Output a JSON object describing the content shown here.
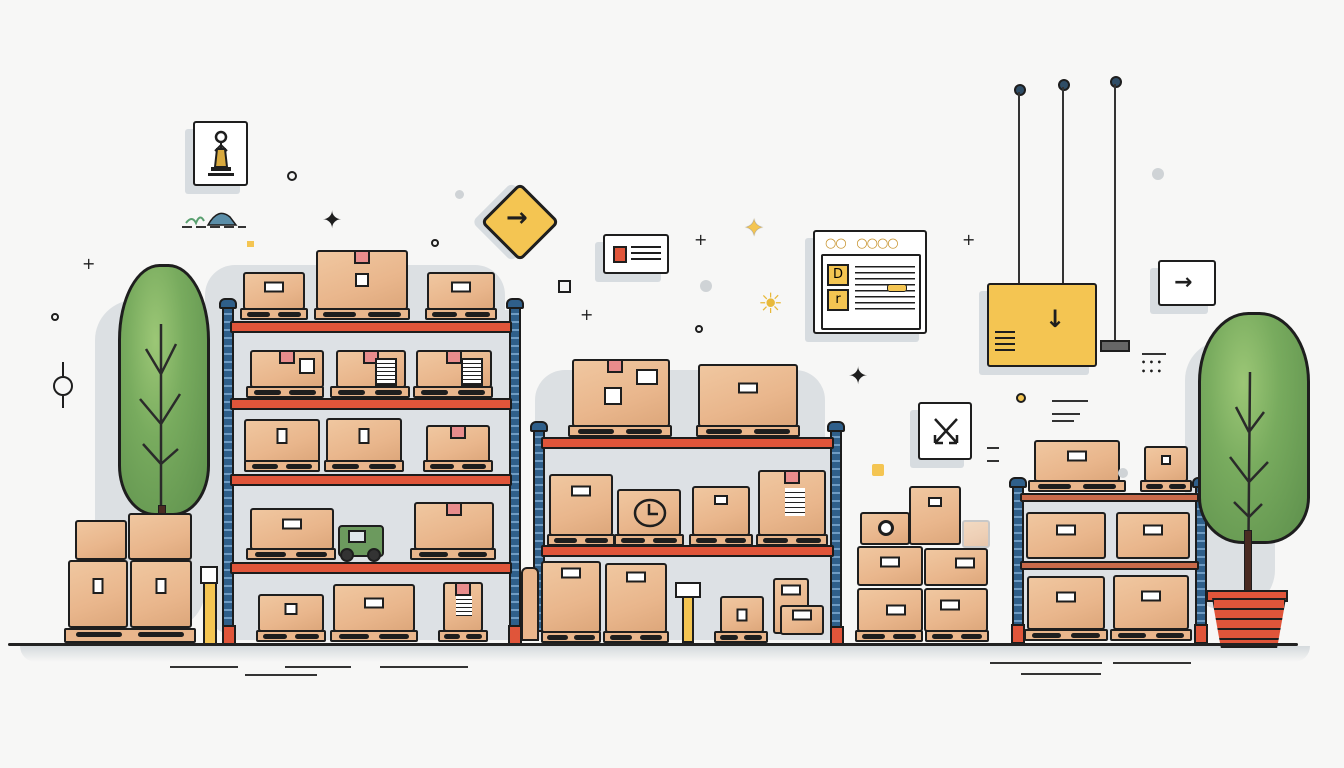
{
  "scene": {
    "title": "Warehouse shelving illustration",
    "colors": {
      "background": "#f7f7f6",
      "box": "#e9b68c",
      "shelf_beam": "#e0553a",
      "shelf_post": "#2f5f8a",
      "tree": "#6fa35a",
      "sign_yellow": "#f4c552",
      "outline": "#1e1e1e"
    }
  },
  "signs": {
    "statue_sign": {
      "icon": "statue-icon",
      "glyph": "♙"
    },
    "diamond_sign": {
      "icon": "arrow-right-icon",
      "glyph": "→"
    },
    "id_card": {
      "icon": "id-card-icon"
    },
    "dashboard_panel": {
      "icon": "dashboard-icon",
      "top_dots": "○○   ○○○○",
      "tiles": [
        "D",
        "r"
      ]
    },
    "hanging_sign": {
      "icon": "arrow-down-icon",
      "glyph": "↓"
    },
    "right_arrow_card": {
      "icon": "arrow-right-icon",
      "glyph": "→"
    },
    "expand_card": {
      "icon": "expand-arrows-icon",
      "glyph": "⤡"
    },
    "clock_box": {
      "icon": "clock-icon"
    }
  },
  "decorations": {
    "sparkle": "✦",
    "plus": "+",
    "sun": "☀",
    "dots_grid": "• • •\n• • •"
  }
}
